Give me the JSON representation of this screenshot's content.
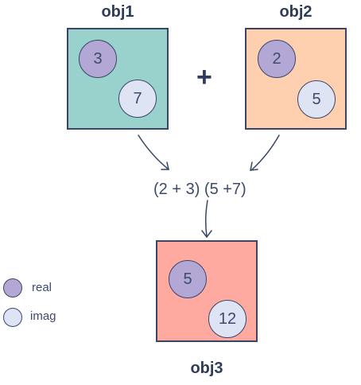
{
  "colors": {
    "obj1_box": "#99d1cc",
    "obj2_box": "#ffd0b0",
    "obj3_box": "#ffaaa0",
    "real": "#b3a7d6",
    "imag": "#dfe4f5",
    "stroke": "#3a4566"
  },
  "obj1": {
    "title": "obj1",
    "real": "3",
    "imag": "7"
  },
  "obj2": {
    "title": "obj2",
    "real": "2",
    "imag": "5"
  },
  "obj3": {
    "title": "obj3",
    "real": "5",
    "imag": "12"
  },
  "operator": "+",
  "expression": "(2 + 3) (5 +7)",
  "legend": {
    "real_label": "real",
    "imag_label": "imag"
  }
}
